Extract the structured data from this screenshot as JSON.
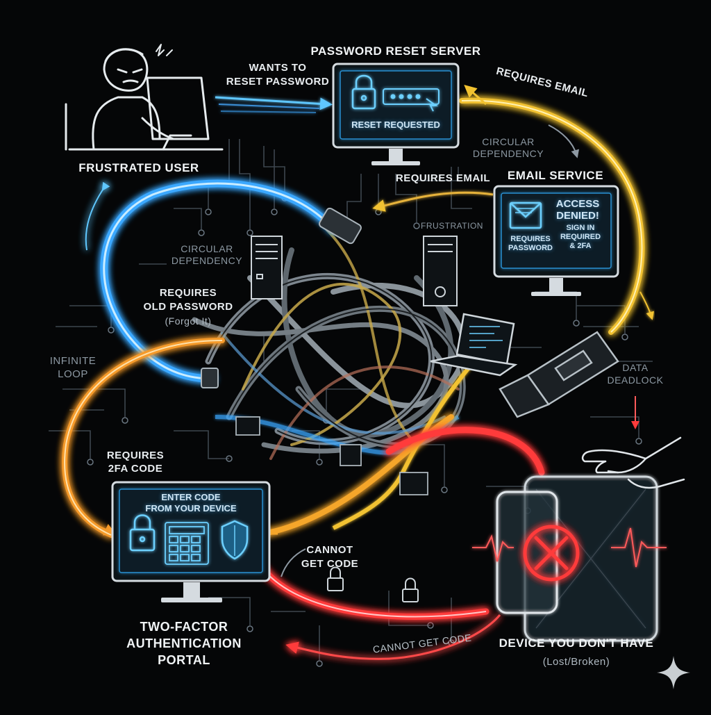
{
  "nodes": {
    "frustrated_user": "FRUSTRATED USER",
    "reset_server_title": "PASSWORD RESET SERVER",
    "reset_server_screen": "RESET REQUESTED",
    "email_service_title": "EMAIL SERVICE",
    "email_screen_line1": "ACCESS",
    "email_screen_line2": "DENIED!",
    "email_screen_line3": "SIGN IN",
    "email_screen_line4": "REQUIRED",
    "email_screen_line5": "& 2FA",
    "email_screen_sub1": "REQUIRES",
    "email_screen_sub2": "PASSWORD",
    "twofa_screen_line1": "ENTER CODE",
    "twofa_screen_line2": "FROM YOUR DEVICE",
    "twofa_title_1": "TWO-FACTOR",
    "twofa_title_2": "AUTHENTICATION",
    "twofa_title_3": "PORTAL",
    "device_title": "DEVICE YOU DON'T HAVE",
    "device_sub": "(Lost/Broken)"
  },
  "edges": {
    "wants_reset_1": "WANTS TO",
    "wants_reset_2": "RESET PASSWORD",
    "requires_email_top": "REQUIRES EMAIL",
    "requires_email_mid": "REQUIRES EMAIL",
    "requires_old_1": "REQUIRES",
    "requires_old_2": "OLD PASSWORD",
    "requires_old_3": "(Forgot It)",
    "requires_2fa_1": "REQUIRES",
    "requires_2fa_2": "2FA CODE",
    "cannot_get_code_1": "CANNOT",
    "cannot_get_code_2": "GET CODE",
    "cannot_get_code_bottom": "CANNOT GET CODE"
  },
  "annotations": {
    "circular_dependency_top_1": "CIRCULAR",
    "circular_dependency_top_2": "DEPENDENCY",
    "circular_dependency_left_1": "CIRCULAR",
    "circular_dependency_left_2": "DEPENDENCY",
    "frustration": "FRUSTRATION",
    "infinite_loop_1": "INFINITE",
    "infinite_loop_2": "LOOP",
    "data_deadlock_1": "DATA",
    "data_deadlock_2": "DEADLOCK"
  },
  "colors": {
    "background": "#050607",
    "blue_loop": "#3aa8ff",
    "yellow_loop": "#f2c230",
    "orange_loop": "#f59a2a",
    "red_loop": "#ff3b3b",
    "neon_cyan": "#5fc7ff",
    "circuit": "#5b6770"
  },
  "icons": [
    "user-at-computer-icon",
    "padlock-icon",
    "envelope-icon",
    "shield-icon",
    "keypad-icon",
    "laptop-icon",
    "server-tower-icon",
    "tablet-icon",
    "phone-icon",
    "crossed-circle-icon",
    "hand-icon",
    "sparkle-icon"
  ]
}
